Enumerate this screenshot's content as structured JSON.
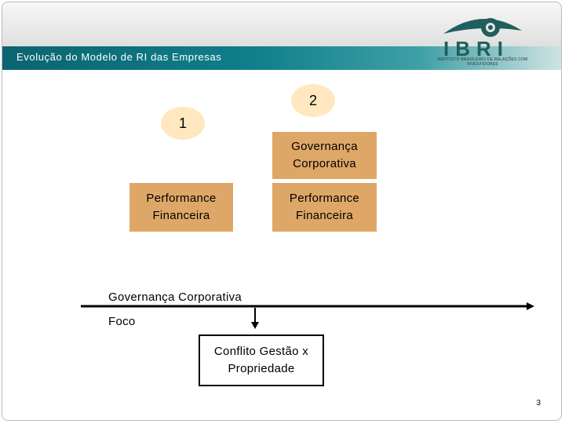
{
  "header": {
    "title": "Evolução do Modelo de RI das Empresas",
    "logo_text": "IBRI",
    "logo_tagline": "INSTITUTO BRASILEIRO DE RELAÇÕES COM INVESTIDORES"
  },
  "stage1": {
    "number": "1",
    "blocks": [
      "Performance\nFinanceira"
    ]
  },
  "stage2": {
    "number": "2",
    "blocks": [
      "Governança\nCorporativa",
      "Performance\nFinanceira"
    ]
  },
  "timeline": {
    "label": "Governança Corporativa",
    "focus_label": "Foco",
    "focus_box": "Conflito Gestão x\nPropriedade"
  },
  "page_number": "3",
  "colors": {
    "header_strip": "#0f7f8b",
    "block_fill": "#dfa767",
    "badge_fill": "#ffe8bf"
  }
}
